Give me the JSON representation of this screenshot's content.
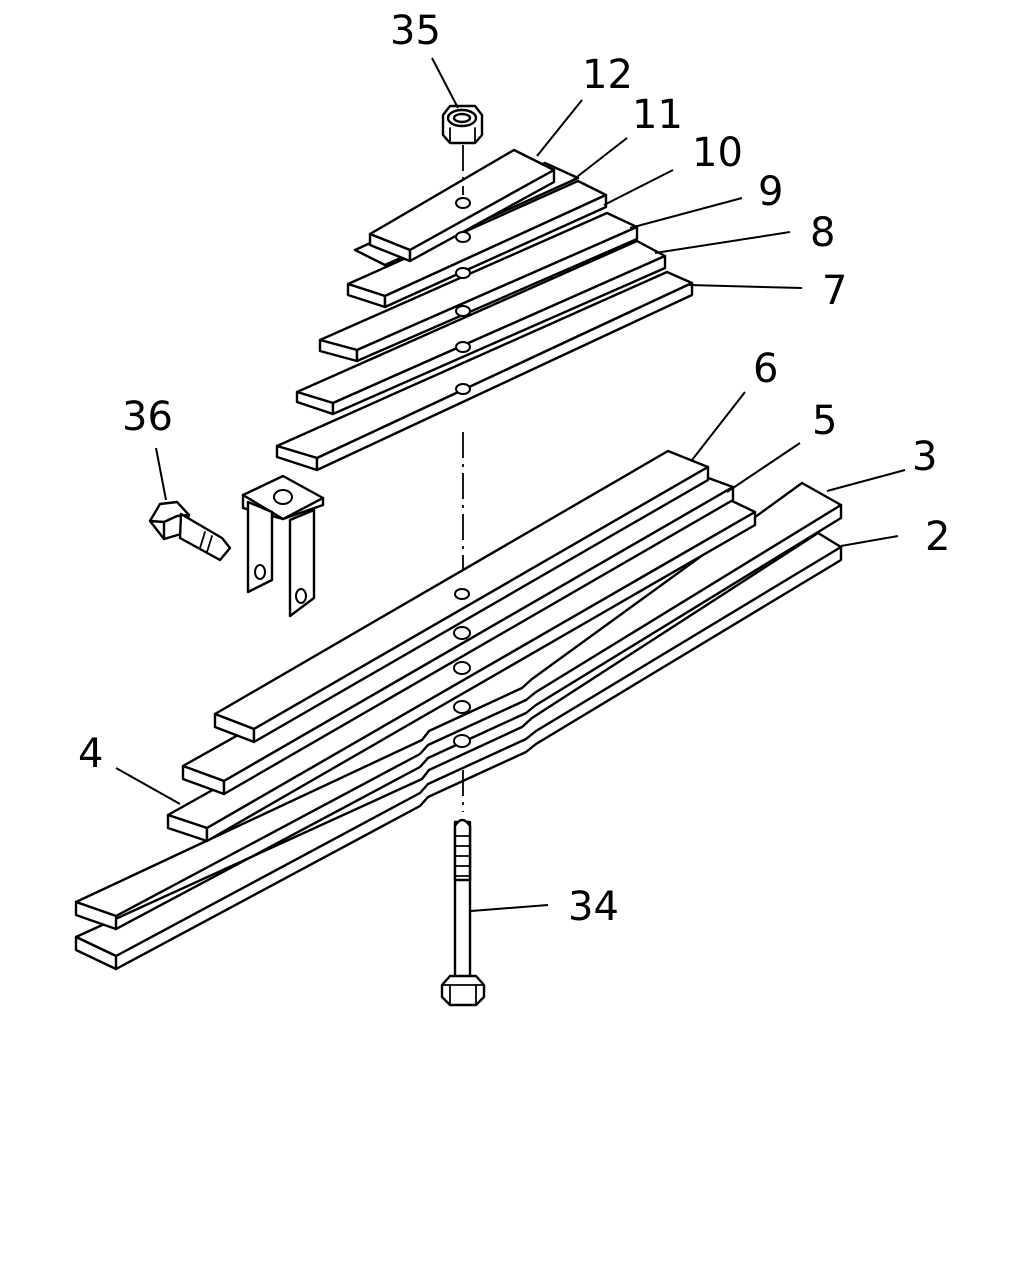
{
  "callouts": {
    "c35": "35",
    "c12": "12",
    "c11": "11",
    "c10": "10",
    "c9": "9",
    "c8": "8",
    "c7": "7",
    "c36": "36",
    "c6": "6",
    "c5": "5",
    "c3": "3",
    "c2": "2",
    "c4": "4",
    "c34": "34"
  }
}
